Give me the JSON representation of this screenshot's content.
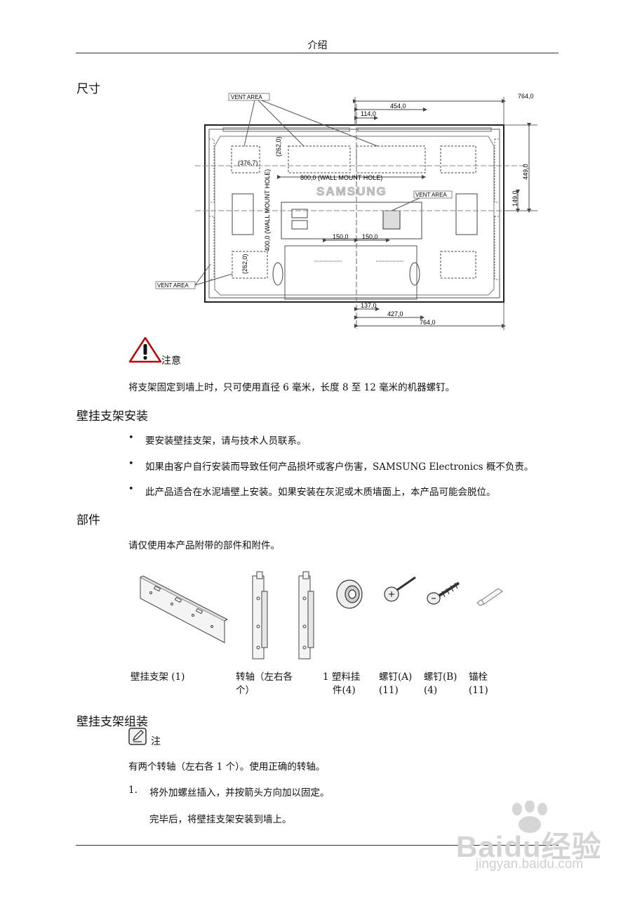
{
  "header": {
    "title": "介绍"
  },
  "dimensions": {
    "heading": "尺寸",
    "labels": {
      "vent_top": "VENT AREA",
      "vent_right": "VENT AREA",
      "vent_left": "VENT AREA",
      "top_764": "764,0",
      "top_454": "454,0",
      "top_114": "114,0",
      "d376": "(376,7)",
      "d262a": "(262,0)",
      "d262b": "(262,0)",
      "wall800": "800,0 (WALL MOUNT HOLE)",
      "wall400": "400,0 (WALL MOUNT HOLE)",
      "brand": "SAMSUNG",
      "d150a": "150,0",
      "d150b": "150,0",
      "r449": "449,0",
      "r149": "149,0",
      "b137": "137,0",
      "b427": "427,0",
      "b764": "764,0"
    }
  },
  "caution": {
    "label": "注意",
    "text": "将支架固定到墙上时，只可使用直径 6 毫米，长度 8 至 12 毫米的机器螺钉。"
  },
  "wall_mount_install": {
    "heading": "壁挂支架安装",
    "items": [
      "要安装壁挂支架，请与技术人员联系。",
      "如果由客户自行安装而导致任何产品损坏或客户伤害，SAMSUNG Electronics 概不负责。",
      "此产品适合在水泥墙壁上安装。如果安装在灰泥或木质墙面上，本产品可能会脱位。"
    ]
  },
  "parts": {
    "heading": "部件",
    "intro": "请仅使用本产品附带的部件和附件。",
    "captions": {
      "bracket": "壁挂支架 (1)",
      "hinge_line1": "转轴（左右各",
      "hinge_line2": "个）",
      "plastic_line1": "1 塑料挂",
      "plastic_line2": "件(4)",
      "screw_a_line1": "螺钉(A)",
      "screw_a_line2": "(11)",
      "screw_b_line1": "螺钉(B)",
      "screw_b_line2": "(4)",
      "anchor_line1": "锚栓",
      "anchor_line2": "(11)"
    }
  },
  "assembly": {
    "heading": "壁挂支架组装",
    "note_label": "注",
    "note_text": "有两个转轴（左右各 1 个）。使用正确的转轴。",
    "step_num": "1.",
    "step_text": "将外加螺丝插入，并按箭头方向加以固定。",
    "step_sub": "完毕后，将壁挂支架安装到墙上。"
  },
  "watermark": {
    "brand": "Baidu经验",
    "url": "jingyan.baidu.com"
  }
}
